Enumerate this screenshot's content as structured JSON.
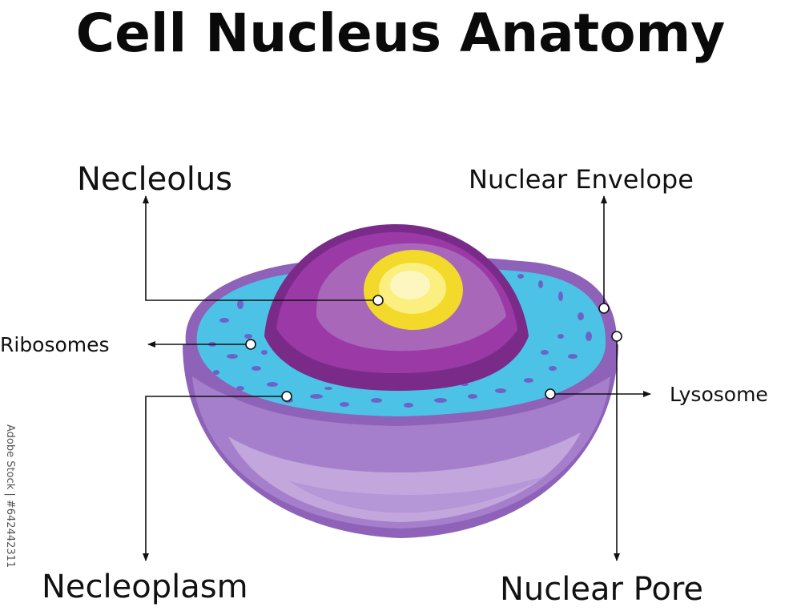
{
  "title": "Cell Nucleus Anatomy",
  "labels": {
    "nucleolus": "Necleolus",
    "nuclear_envelope": "Nuclear Envelope",
    "ribosomes": "Ribosomes",
    "lysosome": "Lysosome",
    "nucleoplasm": "Necleoplasm",
    "nuclear_pore": "Nuclear Pore"
  },
  "watermark": "Adobe Stock | #642442311",
  "colors": {
    "cytoplasm": "#4cc3e6",
    "outer_shell": "#9b6fc0",
    "nucleus": "#8a2c96",
    "nucleolus": "#f5e02a"
  }
}
